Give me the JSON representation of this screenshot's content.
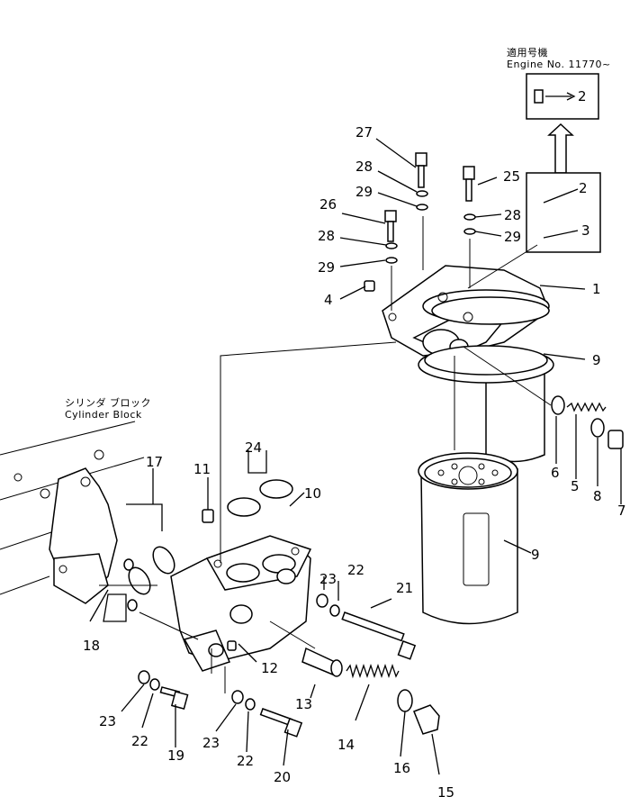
{
  "block_label": {
    "jp": "シリンダ ブロック",
    "en": "Cylinder Block"
  },
  "engine_note": {
    "jp": "適用号機",
    "en": "Engine No. 11770~"
  },
  "callouts": {
    "c1": "1",
    "c2a": "2",
    "c2b": "2",
    "c3": "3",
    "c4": "4",
    "c5": "5",
    "c6": "6",
    "c7": "7",
    "c8": "8",
    "c9a": "9",
    "c9b": "9",
    "c10": "10",
    "c11": "11",
    "c12": "12",
    "c13": "13",
    "c14": "14",
    "c15": "15",
    "c16": "16",
    "c17": "17",
    "c18": "18",
    "c19": "19",
    "c20": "20",
    "c21": "21",
    "c22a": "22",
    "c22b": "22",
    "c22c": "22",
    "c23a": "23",
    "c23b": "23",
    "c23c": "23",
    "c24": "24",
    "c25": "25",
    "c26": "26",
    "c27": "27",
    "c28a": "28",
    "c28b": "28",
    "c28c": "28",
    "c29a": "29",
    "c29b": "29",
    "c29c": "29"
  }
}
